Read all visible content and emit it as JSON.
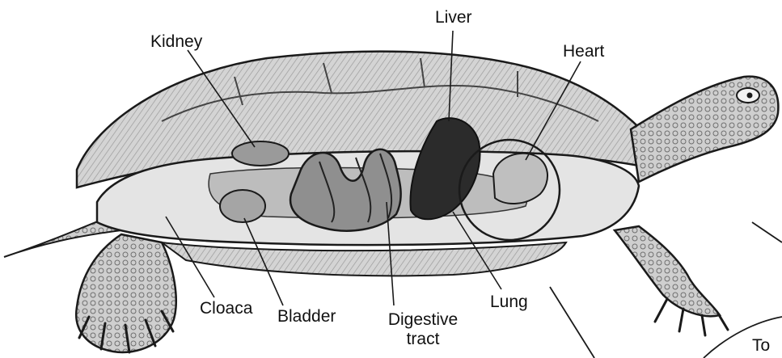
{
  "diagram": {
    "labels": {
      "kidney": "Kidney",
      "liver": "Liver",
      "heart": "Heart",
      "cloaca": "Cloaca",
      "bladder": "Bladder",
      "digestive_line1": "Digestive",
      "digestive_line2": "tract",
      "lung": "Lung",
      "to_fragment": "To"
    },
    "colors": {
      "ink": "#1a1a1a",
      "shell_fill": "#c9c9c9",
      "organ_fill": "#8c8c8c",
      "liver_fill": "#2b2b2b",
      "body_fill": "#dcdcdc"
    }
  }
}
